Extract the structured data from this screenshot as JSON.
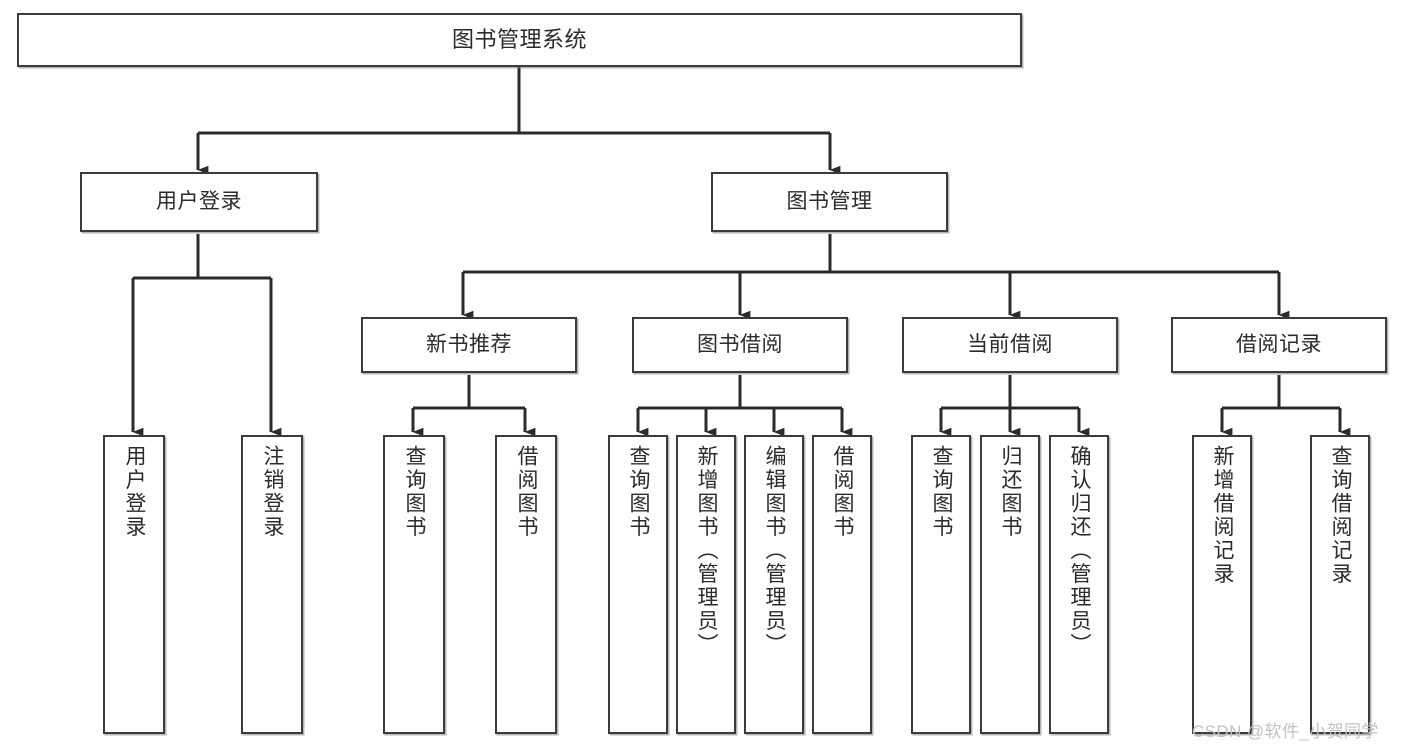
{
  "diagram": {
    "type": "tree-hierarchy-flowchart",
    "title": "图书管理系统",
    "root": {
      "id": "root",
      "label": "图书管理系统"
    },
    "level1": [
      {
        "id": "user-login",
        "label": "用户登录"
      },
      {
        "id": "book-manage",
        "label": "图书管理"
      }
    ],
    "level2": [
      {
        "id": "new-book-rec",
        "label": "新书推荐",
        "parent": "book-manage"
      },
      {
        "id": "book-borrow",
        "label": "图书借阅",
        "parent": "book-manage"
      },
      {
        "id": "current-borrow",
        "label": "当前借阅",
        "parent": "book-manage"
      },
      {
        "id": "borrow-record",
        "label": "借阅记录",
        "parent": "book-manage"
      }
    ],
    "leaves": [
      {
        "id": "leaf-user-login",
        "label": "用户登录",
        "parent": "user-login"
      },
      {
        "id": "leaf-user-logout",
        "label": "注销登录",
        "parent": "user-login"
      },
      {
        "id": "leaf-query-book-1",
        "label": "查询图书",
        "parent": "new-book-rec"
      },
      {
        "id": "leaf-borrow-book-1",
        "label": "借阅图书",
        "parent": "new-book-rec"
      },
      {
        "id": "leaf-query-book-2",
        "label": "查询图书",
        "parent": "book-borrow"
      },
      {
        "id": "leaf-add-book",
        "label": "新增图书（管理员）",
        "parent": "book-borrow"
      },
      {
        "id": "leaf-edit-book",
        "label": "编辑图书（管理员）",
        "parent": "book-borrow"
      },
      {
        "id": "leaf-borrow-book-2",
        "label": "借阅图书",
        "parent": "book-borrow"
      },
      {
        "id": "leaf-query-book-3",
        "label": "查询图书",
        "parent": "current-borrow"
      },
      {
        "id": "leaf-return-book",
        "label": "归还图书",
        "parent": "current-borrow"
      },
      {
        "id": "leaf-confirm-return",
        "label": "确认归还（管理员）",
        "parent": "current-borrow"
      },
      {
        "id": "leaf-add-record",
        "label": "新增借阅记录",
        "parent": "borrow-record"
      },
      {
        "id": "leaf-query-record",
        "label": "查询借阅记录",
        "parent": "borrow-record"
      }
    ],
    "colors": {
      "box_border": "#3b3b3b",
      "box_fill": "#ffffff",
      "connector": "#2b2b2b",
      "text": "#2b2b2b",
      "watermark": "#c2c2c2",
      "background": "#ffffff"
    }
  },
  "watermark": {
    "text": "CSDN @软件_小贺同学"
  }
}
